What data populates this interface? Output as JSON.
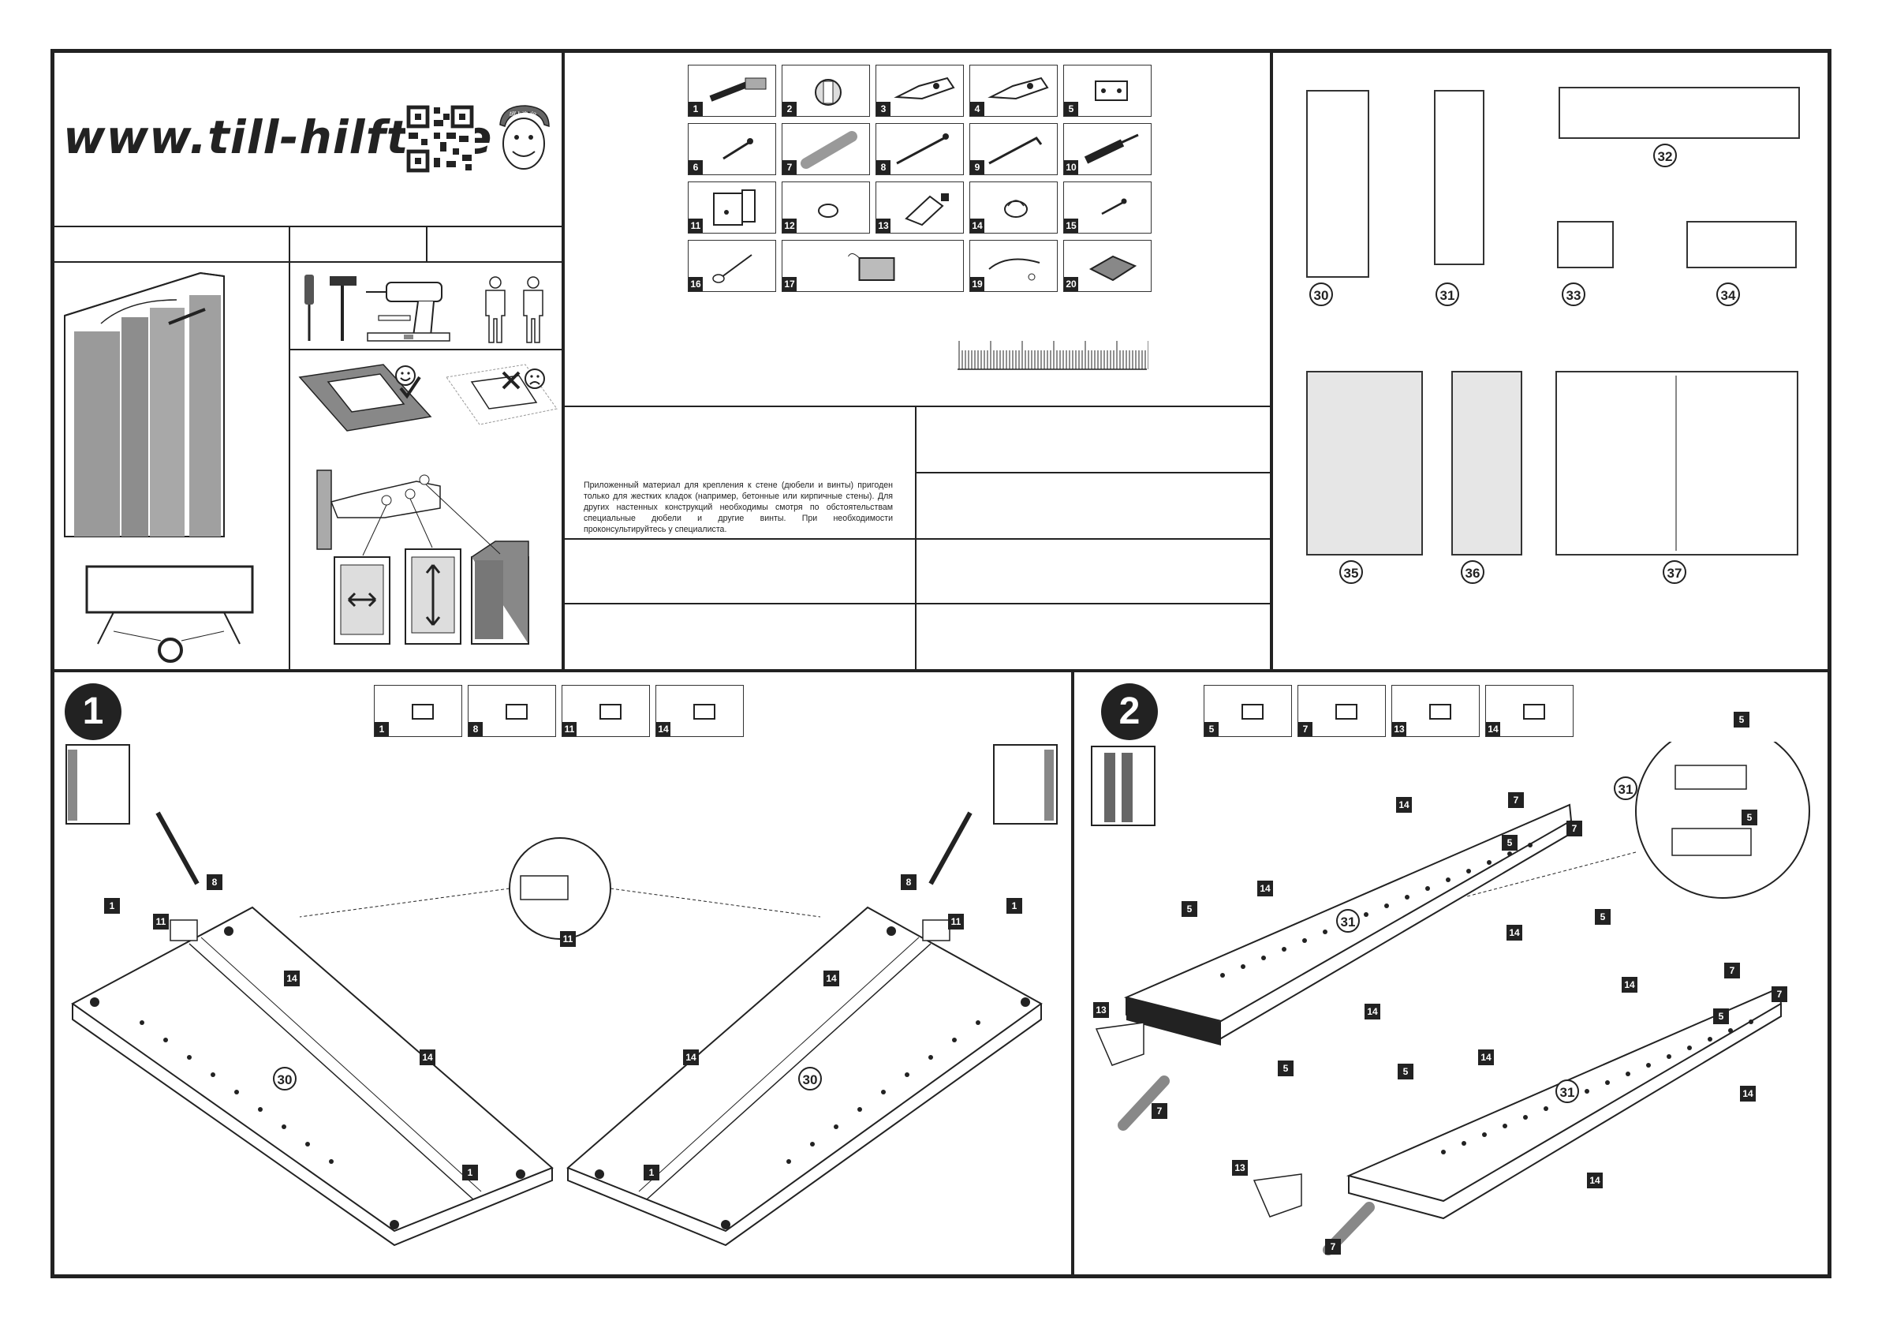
{
  "header": {
    "website": "www.till-hilft.de",
    "mascot_cap_text": "till-hilft.de"
  },
  "icons": [
    "qr-code-icon",
    "mascot-logo",
    "screwdriver-icon",
    "hammer-icon",
    "drill-icon",
    "spirit-level-icon",
    "two-person-icon",
    "happy-face-icon",
    "sad-face-icon",
    "check-icon",
    "cross-icon"
  ],
  "parts_table": [
    {
      "num": "1",
      "icon": "screw-plug-icon"
    },
    {
      "num": "2",
      "icon": "cam-connector-icon"
    },
    {
      "num": "3",
      "icon": "hinge-icon"
    },
    {
      "num": "4",
      "icon": "hinge-icon"
    },
    {
      "num": "5",
      "icon": "mounting-plate-icon"
    },
    {
      "num": "6",
      "icon": "short-screw-icon"
    },
    {
      "num": "7",
      "icon": "wooden-dowel-icon"
    },
    {
      "num": "8",
      "icon": "screw-icon"
    },
    {
      "num": "9",
      "icon": "hook-screw-icon"
    },
    {
      "num": "10",
      "icon": "wall-plug-icon"
    },
    {
      "num": "11",
      "icon": "bracket-icon"
    },
    {
      "num": "12",
      "icon": "bumper-pad-icon"
    },
    {
      "num": "13",
      "icon": "glue-tube-icon"
    },
    {
      "num": "14",
      "icon": "cover-cap-icon"
    },
    {
      "num": "15",
      "icon": "tiny-screw-icon"
    },
    {
      "num": "16",
      "icon": "nail-icon"
    },
    {
      "num": "17",
      "icon": "socket-box-icon"
    },
    {
      "num": "19",
      "icon": "cable-clip-icon"
    },
    {
      "num": "20",
      "icon": "cover-plate-icon"
    }
  ],
  "notice_text": "Приложенный материал для крепления к стене (дюбели и винты) пригоден только для жестких кладок (например, бетонные или кирпичные стены). Для других настенных конструкций необходимы смотря по обстоятельствам специальные дюбели и другие винты. При необходимости проконсультируйтесь у специалиста.",
  "panels": [
    "30",
    "31",
    "32",
    "33",
    "34",
    "35",
    "36",
    "37"
  ],
  "step1": {
    "number": "1",
    "parts": [
      "1",
      "8",
      "11",
      "14"
    ],
    "board_label": "30",
    "tags": {
      "t1": "1",
      "t8": "8",
      "t11": "11",
      "t14": "14"
    }
  },
  "step2": {
    "number": "2",
    "parts": [
      "5",
      "7",
      "13",
      "14"
    ],
    "board_label": "31",
    "tags": {
      "t5": "5",
      "t7": "7",
      "t13": "13",
      "t14": "14"
    }
  }
}
